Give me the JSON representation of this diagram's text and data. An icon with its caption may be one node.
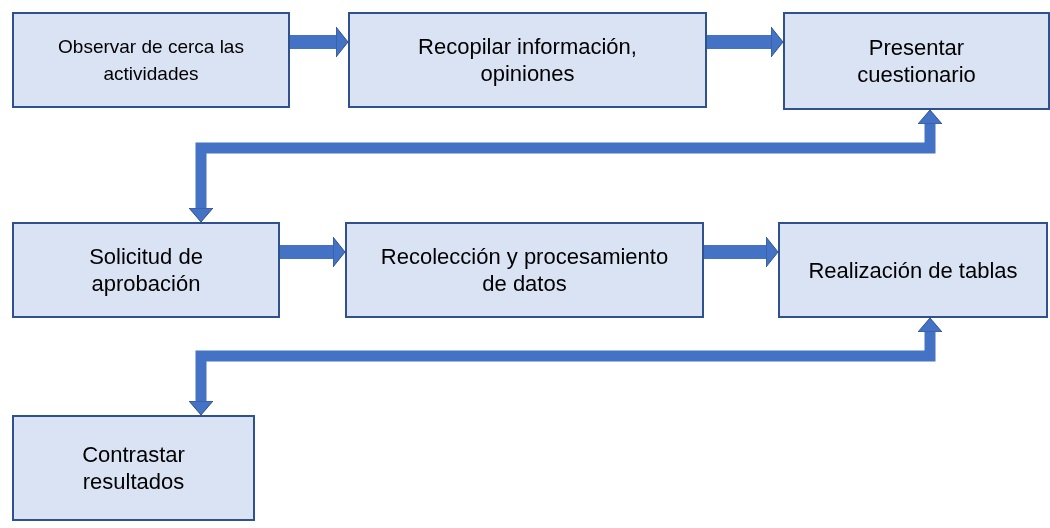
{
  "diagram": {
    "nodes": [
      {
        "text": [
          "Observar de cerca las actividades"
        ]
      },
      {
        "text": [
          "Recopilar información, opiniones"
        ]
      },
      {
        "text": [
          "Presentar cuestionario"
        ]
      },
      {
        "text": [
          "Solicitud de aprobación"
        ]
      },
      {
        "text": [
          "Recolección y procesamiento de datos"
        ]
      },
      {
        "text": [
          "Realización de tablas"
        ]
      },
      {
        "text": [
          "Contrastar resultados"
        ]
      }
    ],
    "edges": [
      {
        "from": 0,
        "to": 1,
        "arrow": "to"
      },
      {
        "from": 1,
        "to": 2,
        "arrow": "to"
      },
      {
        "from": 2,
        "to": 3,
        "arrow": "both"
      },
      {
        "from": 3,
        "to": 4,
        "arrow": "to"
      },
      {
        "from": 4,
        "to": 5,
        "arrow": "to"
      },
      {
        "from": 5,
        "to": 6,
        "arrow": "both"
      }
    ]
  }
}
